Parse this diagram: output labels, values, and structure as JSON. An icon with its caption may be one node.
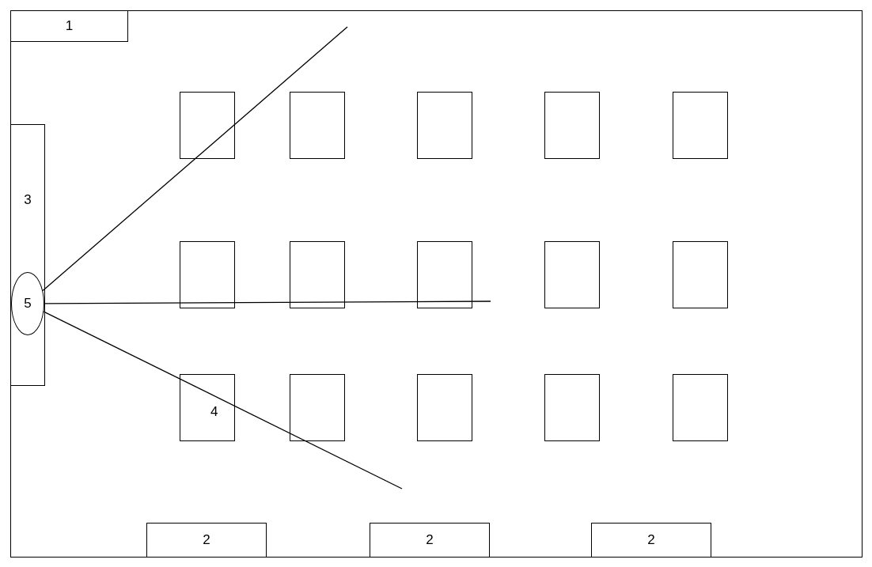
{
  "diagram": {
    "nodes": [
      {
        "text": [],
        "shape": "box"
      },
      {
        "text": [
          "1"
        ],
        "in": 0
      },
      {
        "text": [
          "3"
        ],
        "in": 0
      },
      {
        "text": [
          "5"
        ],
        "in": 2
      },
      {
        "text": [],
        "shape": "box",
        "in": 0
      },
      {
        "text": [],
        "shape": "box",
        "in": 0
      },
      {
        "text": [],
        "shape": "box",
        "in": 0
      },
      {
        "text": [],
        "shape": "box",
        "in": 0
      },
      {
        "text": [],
        "shape": "box",
        "in": 0
      },
      {
        "text": [],
        "shape": "box",
        "in": 0
      },
      {
        "text": [],
        "shape": "box",
        "in": 0
      },
      {
        "text": [],
        "shape": "box",
        "in": 0
      },
      {
        "text": [],
        "shape": "box",
        "in": 0
      },
      {
        "text": [],
        "shape": "box",
        "in": 0
      },
      {
        "text": [],
        "shape": "box",
        "in": 0
      },
      {
        "text": [],
        "shape": "box",
        "in": 0
      },
      {
        "text": [],
        "shape": "box",
        "in": 0
      },
      {
        "text": [],
        "shape": "box",
        "in": 0
      },
      {
        "text": [],
        "shape": "box",
        "in": 0
      },
      {
        "text": [
          "2"
        ],
        "in": 0
      },
      {
        "text": [
          "2"
        ],
        "in": 0
      },
      {
        "text": [
          "2"
        ],
        "in": 0
      }
    ],
    "edges": [
      {
        "from": 3,
        "to": null,
        "arrow": "none"
      },
      {
        "from": 3,
        "to": null,
        "arrow": "none"
      },
      {
        "from": 3,
        "to": null,
        "arrow": "none"
      }
    ],
    "labels": [
      "4"
    ]
  }
}
